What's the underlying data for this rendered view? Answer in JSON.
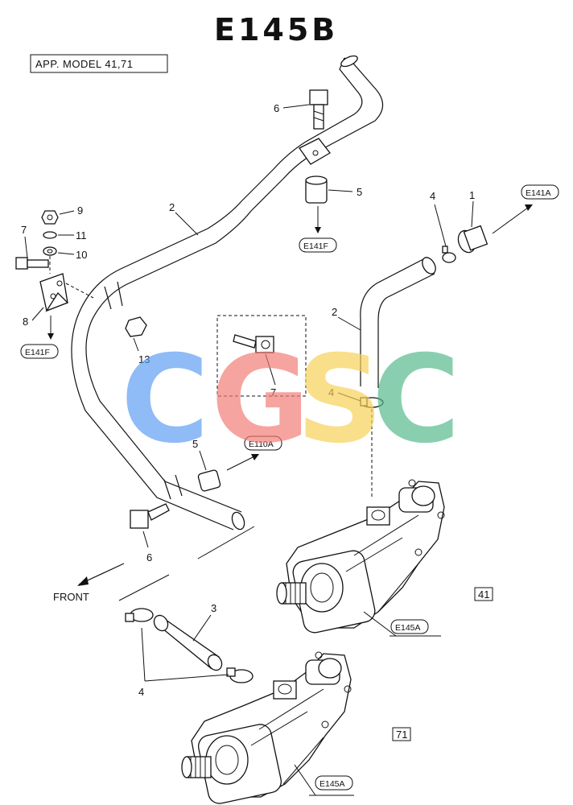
{
  "title": "E145B",
  "applicable_models": "APP. MODEL 41,71",
  "watermark": {
    "text": "CGSC",
    "colors": [
      "#5b9cf2",
      "#f27a72",
      "#f7d154",
      "#52b98a"
    ]
  },
  "labels": {
    "part_1": "1",
    "part_2_upper": "2",
    "part_2_right": "2",
    "part_3": "3",
    "part_4_top": "4",
    "part_4_right": "4",
    "part_4_bottom": "4",
    "part_5_top": "5",
    "part_5_mid": "5",
    "part_6_top": "6",
    "part_6_bottom": "6",
    "part_7_left": "7",
    "part_7_box": "7",
    "part_8": "8",
    "part_9": "9",
    "part_10": "10",
    "part_11": "11",
    "part_13": "13",
    "front": "FRONT"
  },
  "callouts": {
    "e141a": "E141A",
    "e141f_top": "E141F",
    "e141f_left": "E141F",
    "e110a": "E110A",
    "e145a_upper": "E145A",
    "e145a_lower": "E145A"
  },
  "model_tags": {
    "model_41": "41",
    "model_71": "71"
  },
  "icons": [
    "pipe",
    "clamp",
    "bolt",
    "nut",
    "washer",
    "bracket",
    "hose",
    "pump"
  ]
}
